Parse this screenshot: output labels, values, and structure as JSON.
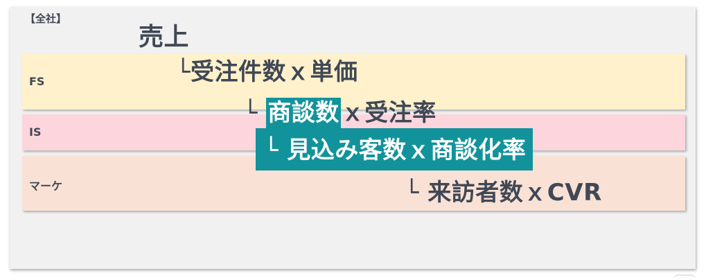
{
  "panel": {
    "tag": "【全社】"
  },
  "bands": {
    "fs": "FS",
    "is": "IS",
    "marketing": "マーケ"
  },
  "tree": {
    "root": "売上",
    "level1": "└受注件数ｘ単価",
    "level2_prefix": "└ ",
    "level2_highlight": "商談数",
    "level2_suffix": "ｘ受注率",
    "level3": "└ 見込み客数ｘ商談化率",
    "level4": "└ 来訪者数ｘCVR"
  },
  "colors": {
    "fs_band": "#fff1cb",
    "is_band": "#fcd5dd",
    "marketing_band": "#f9e1d5",
    "highlight": "#12939b",
    "text": "#404855"
  }
}
